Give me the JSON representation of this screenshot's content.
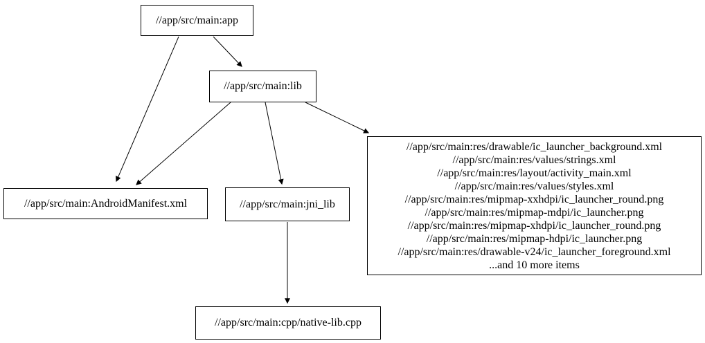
{
  "graph": {
    "type": "dependency-graph",
    "background_color": "#ffffff",
    "node_border_color": "#000000",
    "edge_color": "#000000",
    "text_color": "#000000",
    "nodes": {
      "app": {
        "label": "//app/src/main:app"
      },
      "lib": {
        "label": "//app/src/main:lib"
      },
      "manifest": {
        "label": "//app/src/main:AndroidManifest.xml"
      },
      "jni_lib": {
        "label": "//app/src/main:jni_lib"
      },
      "native_lib": {
        "label": "//app/src/main:cpp/native-lib.cpp"
      },
      "res_group": {
        "lines": [
          "//app/src/main:res/drawable/ic_launcher_background.xml",
          "//app/src/main:res/values/strings.xml",
          "//app/src/main:res/layout/activity_main.xml",
          "//app/src/main:res/values/styles.xml",
          "//app/src/main:res/mipmap-xxhdpi/ic_launcher_round.png",
          "//app/src/main:res/mipmap-mdpi/ic_launcher.png",
          "//app/src/main:res/mipmap-xhdpi/ic_launcher_round.png",
          "//app/src/main:res/mipmap-hdpi/ic_launcher.png",
          "//app/src/main:res/drawable-v24/ic_launcher_foreground.xml",
          "...and 10 more items"
        ]
      }
    },
    "edges": [
      {
        "from": "//app/src/main:app",
        "to": "//app/src/main:AndroidManifest.xml"
      },
      {
        "from": "//app/src/main:app",
        "to": "//app/src/main:lib"
      },
      {
        "from": "//app/src/main:lib",
        "to": "//app/src/main:AndroidManifest.xml"
      },
      {
        "from": "//app/src/main:lib",
        "to": "//app/src/main:jni_lib"
      },
      {
        "from": "//app/src/main:lib",
        "to": "res-file-group"
      },
      {
        "from": "//app/src/main:jni_lib",
        "to": "//app/src/main:cpp/native-lib.cpp"
      }
    ]
  }
}
